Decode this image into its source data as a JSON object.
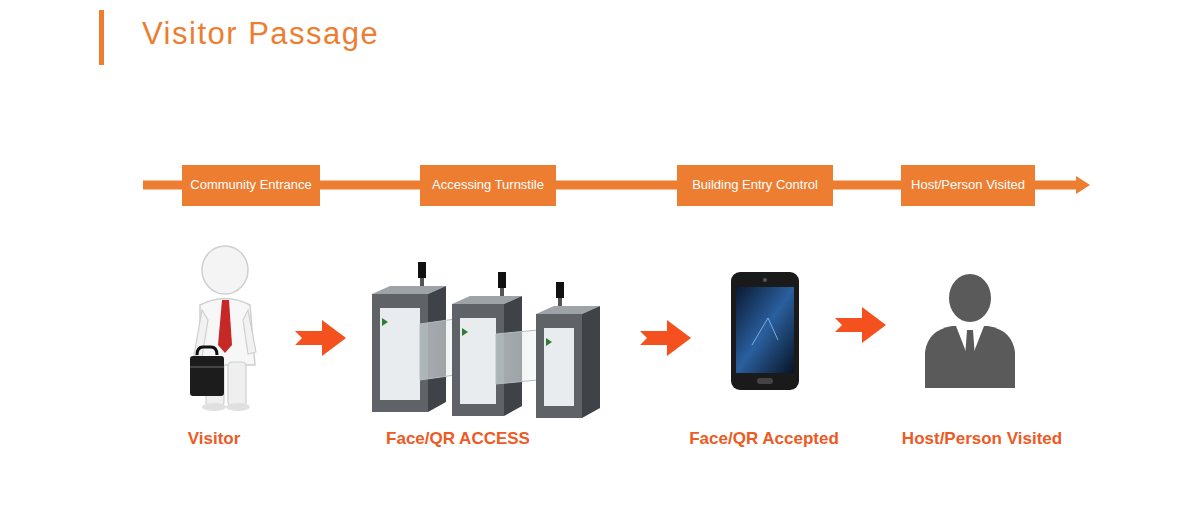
{
  "diagram": {
    "title": "Visitor Passage",
    "nodes": [
      {
        "text": [
          "Community Entrance"
        ]
      },
      {
        "text": [
          "Accessing Turnstile"
        ]
      },
      {
        "text": [
          "Building Entry Control"
        ]
      },
      {
        "text": [
          "Host/Person Visited"
        ]
      }
    ],
    "edges": [
      {
        "from": 0,
        "to": 1,
        "arrow": "none"
      },
      {
        "from": 1,
        "to": 2,
        "arrow": "none"
      },
      {
        "from": 2,
        "to": 3,
        "arrow": "none"
      }
    ],
    "labels": [
      "Visitor",
      "Face/QR ACCESS",
      "Face/QR Accepted",
      "Host/Person Visited"
    ]
  }
}
